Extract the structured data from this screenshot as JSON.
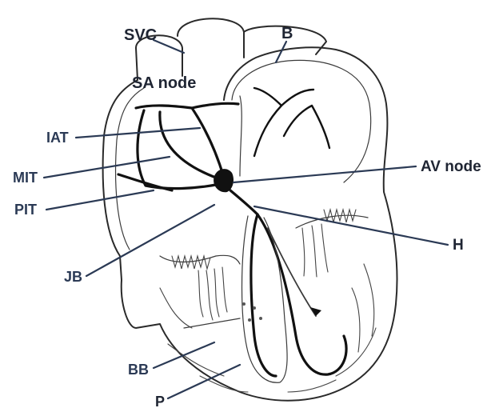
{
  "diagram": {
    "labels": {
      "svc": "SVC",
      "b": "B",
      "sa_node": "SA node",
      "iat": "IAT",
      "mit": "MIT",
      "pit": "PIT",
      "av_node": "AV node",
      "h": "H",
      "jb": "JB",
      "bb": "BB",
      "p": "P"
    },
    "colors": {
      "label": "#2b3a55",
      "outline": "#2a2a2a",
      "conduction": "#111111",
      "background": "#ffffff"
    }
  }
}
